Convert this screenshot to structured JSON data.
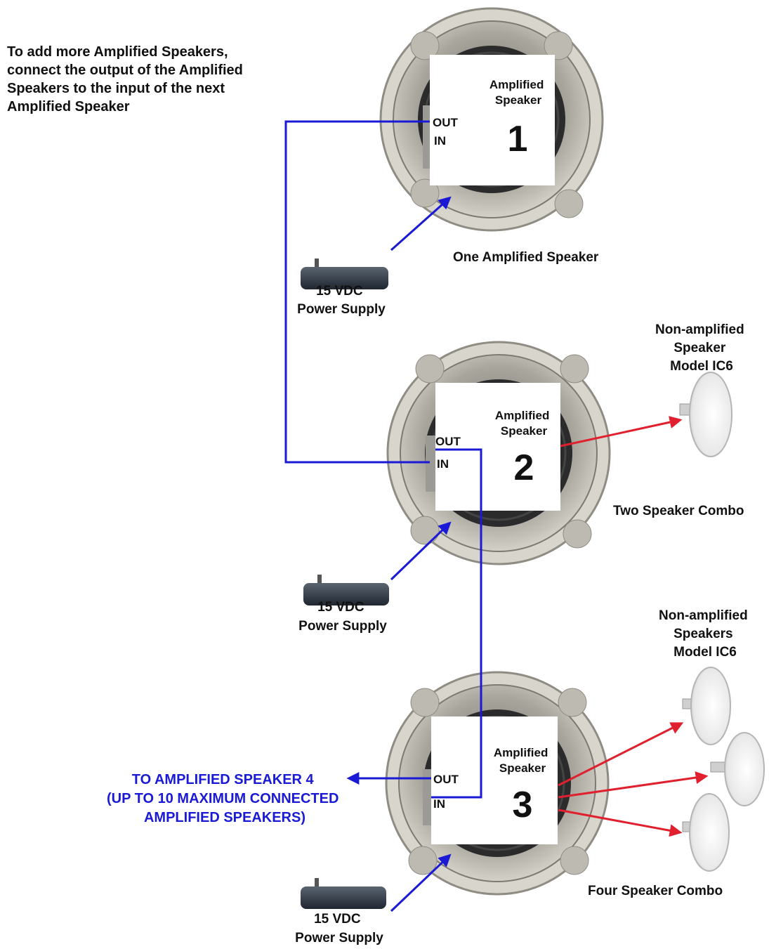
{
  "intro": [
    "To add more Amplified Speakers,",
    "connect the output of the Amplified",
    "Speakers to the input of the next",
    "Amplified Speaker"
  ],
  "speaker_label": [
    "Amplified",
    "Speaker"
  ],
  "port_out": "OUT",
  "port_in": "IN",
  "speaker_numbers": [
    "1",
    "2",
    "3"
  ],
  "combo_labels": [
    "One Amplified Speaker",
    "Two Speaker Combo",
    "Four Speaker Combo"
  ],
  "power_supply": [
    "15 VDC",
    "Power Supply"
  ],
  "non_amp_single": [
    "Non-amplified",
    "Speaker",
    "Model IC6"
  ],
  "non_amp_multi": [
    "Non-amplified",
    "Speakers",
    "Model IC6"
  ],
  "next_speaker": [
    "TO AMPLIFIED SPEAKER 4",
    "(UP TO 10 MAXIMUM CONNECTED",
    "AMPLIFIED SPEAKERS)"
  ],
  "colors": {
    "wire": "#1a1ad6",
    "speaker_wire": "#e0202e",
    "housing": "#c9c6bd",
    "housing_dark": "#8f8c84",
    "cone": "#2b2b2b"
  }
}
